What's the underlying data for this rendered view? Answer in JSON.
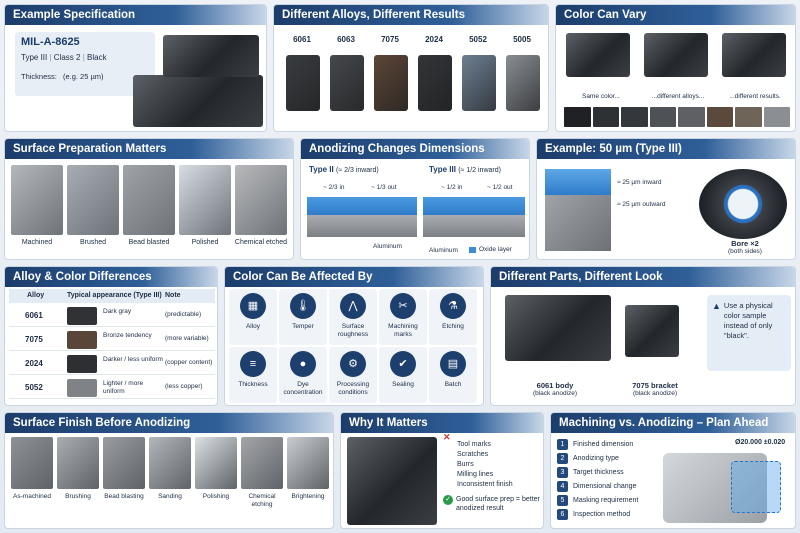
{
  "spec": {
    "title": "Example Specification",
    "code": "MIL-A-8625",
    "type": "Type III",
    "class": "Class 2",
    "color": "Black",
    "thickness_label": "Thickness:",
    "thickness_value": "(e.g. 25 µm)"
  },
  "alloys": {
    "title": "Different Alloys, Different Results",
    "items": [
      {
        "name": "6061",
        "color": "#3a3d40"
      },
      {
        "name": "6063",
        "color": "#45484b"
      },
      {
        "name": "7075",
        "color": "#5c4637"
      },
      {
        "name": "2024",
        "color": "#333538"
      },
      {
        "name": "5052",
        "color": "#6f8093"
      },
      {
        "name": "5005",
        "color": "#8a8e93"
      }
    ]
  },
  "colorvary": {
    "title": "Color Can Vary",
    "captions": [
      "Same color...",
      "...different alloys...",
      "...different results."
    ],
    "swatches": [
      "#1f2124",
      "#2d3034",
      "#34383c",
      "#4e5256",
      "#5f6063",
      "#5b4a3c",
      "#6e6558",
      "#8b8e92"
    ]
  },
  "surfprep": {
    "title": "Surface Preparation Matters",
    "items": [
      "Machined",
      "Brushed",
      "Bead blasted",
      "Polished",
      "Chemical etched"
    ]
  },
  "dims": {
    "title": "Anodizing Changes Dimensions",
    "t2": "Type II",
    "t2note": "(≈ 2/3 inward)",
    "t2in": "~ 2/3 in",
    "t2out": "~ 1/3 out",
    "t3": "Type III",
    "t3note": "(≈ 1/2 inward)",
    "t3in": "~ 1/2 in",
    "t3out": "~ 1/2 out",
    "aluminum": "Aluminum",
    "aluminum2": "Aluminum",
    "oxide": "Oxide layer"
  },
  "example": {
    "title": "Example: 50 µm (Type III)",
    "inward": "≈ 25 µm inward",
    "outward": "≈ 25 µm outward",
    "bore": "Bore ×2",
    "bore_note": "(both sides)"
  },
  "alloycolor": {
    "title": "Alloy & Color Differences",
    "headers": [
      "Alloy",
      "Typical appearance (Type III)",
      "Note"
    ],
    "rows": [
      {
        "alloy": "6061",
        "appearance": "Dark gray",
        "note": "(predictable)",
        "swatch": "#303236"
      },
      {
        "alloy": "7075",
        "appearance": "Bronze tendency",
        "note": "(more variable)",
        "swatch": "#5a4638"
      },
      {
        "alloy": "2024",
        "appearance": "Darker / less uniform",
        "note": "(copper content)",
        "swatch": "#2d2f32"
      },
      {
        "alloy": "5052",
        "appearance": "Lighter / more uniform",
        "note": "(less copper)",
        "swatch": "#7f8388"
      }
    ]
  },
  "affected": {
    "title": "Color Can Be Affected By",
    "items": [
      {
        "label": "Alloy",
        "icon": "cubes-icon"
      },
      {
        "label": "Temper",
        "icon": "thermometer-icon"
      },
      {
        "label": "Surface roughness",
        "icon": "roughness-icon"
      },
      {
        "label": "Machining marks",
        "icon": "tools-icon"
      },
      {
        "label": "Etching",
        "icon": "flask-icon"
      },
      {
        "label": "Thickness",
        "icon": "layers-icon"
      },
      {
        "label": "Dye concentration",
        "icon": "drop-icon"
      },
      {
        "label": "Processing conditions",
        "icon": "gear-icon"
      },
      {
        "label": "Sealing",
        "icon": "shield-icon"
      },
      {
        "label": "Batch",
        "icon": "boxes-icon"
      }
    ]
  },
  "parts": {
    "title": "Different Parts, Different Look",
    "body": "6061 body",
    "body_note": "(black anodize)",
    "bracket": "7075 bracket",
    "bracket_note": "(black anodize)",
    "tip": "Use a physical color sample instead of only \"black\"."
  },
  "finish": {
    "title": "Surface Finish Before Anodizing",
    "items": [
      "As-machined",
      "Brushing",
      "Bead blasting",
      "Sanding",
      "Polishing",
      "Chemical etching",
      "Brightening"
    ]
  },
  "why": {
    "title": "Why It Matters",
    "bad": [
      "Tool marks",
      "Scratches",
      "Burrs",
      "Milling lines",
      "Inconsistent finish"
    ],
    "good": "Good surface prep = better anodized result"
  },
  "plan": {
    "title": "Machining vs. Anodizing – Plan Ahead",
    "steps": [
      "Finished dimension",
      "Anodizing type",
      "Target thickness",
      "Dimensional change",
      "Masking requirement",
      "Inspection method"
    ],
    "dim": "Ø20.000 ±0.020"
  }
}
